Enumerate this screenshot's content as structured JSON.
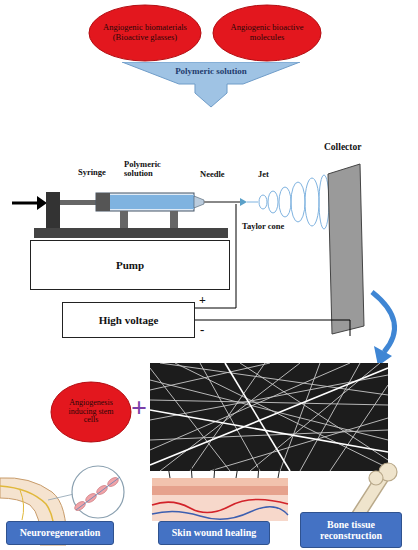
{
  "diagram": {
    "nodes": [
      {
        "text": [
          "Angiogenic biomaterials (Bioactive glasses)"
        ]
      },
      {
        "text": [
          "Angiogenic bioactive molecules"
        ]
      },
      {
        "text": [
          "Polymeric solution"
        ]
      },
      {
        "text": [
          "Collector"
        ]
      },
      {
        "text": [
          "Pump"
        ]
      },
      {
        "text": [
          "High voltage"
        ]
      },
      {
        "text": [
          "Angiogenesis inducing stem cells"
        ]
      },
      {
        "text": [
          "Neuroregeneration"
        ]
      },
      {
        "text": [
          "Skin wound healing"
        ]
      },
      {
        "text": [
          "Bone tissue reconstruction"
        ]
      }
    ],
    "edges": [
      {
        "from": 5,
        "to": 3,
        "arrow": "none"
      }
    ],
    "labels": [
      "Syringe",
      "Polymeric solution",
      "Needle",
      "Jet",
      "Taylor cone",
      "+",
      "-",
      "+"
    ]
  }
}
